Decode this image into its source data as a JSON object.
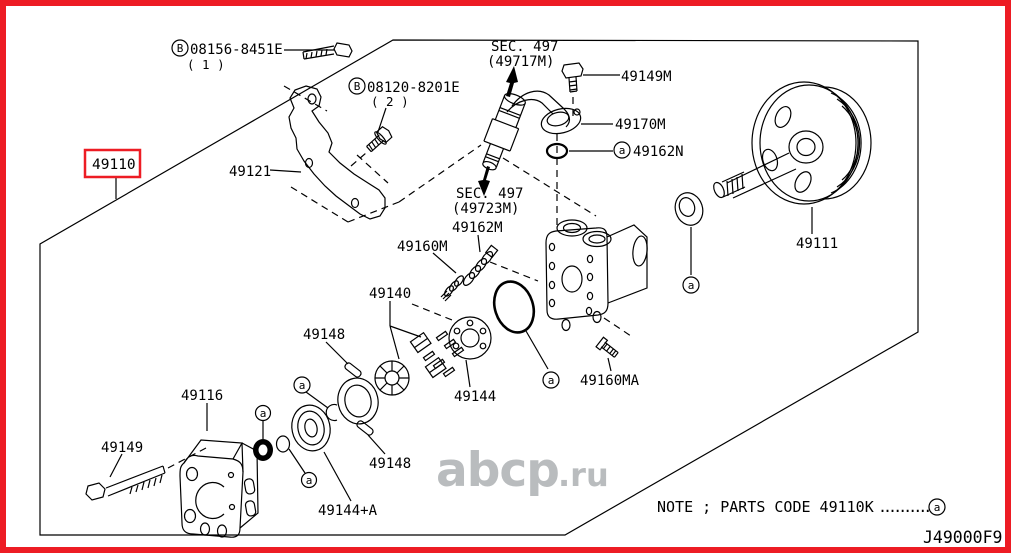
{
  "colors": {
    "highlight": "#ed1c24",
    "line": "#000000",
    "watermark": "#b9bcbe",
    "background": "#ffffff"
  },
  "highlighted_part": {
    "code": "49110"
  },
  "fastener_labels": {
    "bolt1": {
      "marker": "B",
      "code": "08156-8451E",
      "qty": "( 1 )"
    },
    "bolt2": {
      "marker": "B",
      "code": "08120-8201E",
      "qty": "( 2 )"
    }
  },
  "section_refs": {
    "top": {
      "line1": "SEC. 497",
      "line2": "(49717M)"
    },
    "bottom": {
      "line1": "SEC. 497",
      "line2": "(49723M)"
    }
  },
  "parts": {
    "bracket": "49121",
    "pipe_bolt": "49149M",
    "pressure_pipe": "49170M",
    "oring_small": "49162N",
    "spring": "49162M",
    "valve": "49160M",
    "vane_kit": "49140",
    "cam_ring": "49144",
    "connector_bolt": "49160MA",
    "front_housing": "49116",
    "through_bolt": "49149",
    "pin_upper": "49148",
    "pin_lower": "49148",
    "plate_kit": "49144+A",
    "pulley": "49111"
  },
  "markers": {
    "a": "a",
    "b": "B"
  },
  "note": {
    "text": "NOTE ; PARTS CODE 49110K",
    "dots": "..........",
    "marker": "a"
  },
  "drawing_code": "J49000F9",
  "watermark": {
    "brand": "abcp",
    "tld": ".ru"
  }
}
